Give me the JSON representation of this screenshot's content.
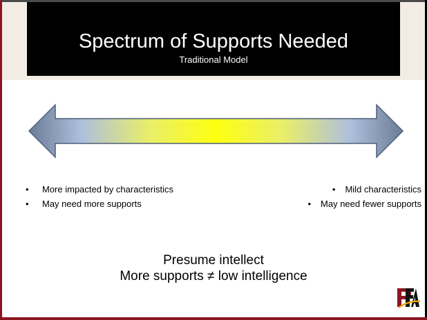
{
  "title": "Spectrum of Supports Needed",
  "subtitle": "Traditional Model",
  "left_bullets": [
    "More impacted by characteristics",
    "May need more supports"
  ],
  "right_bullets": [
    "Mild characteristics",
    "May need fewer supports"
  ],
  "conclusion": [
    "Presume intellect",
    "More supports ≠ low intelligence"
  ],
  "bullet_symbol": "•",
  "logo": {
    "letters": "PFA",
    "icon": "pfa-logo-icon",
    "colors": [
      "#8b1520",
      "#111111",
      "#f0a500"
    ]
  },
  "colors": {
    "accent": "#8b1520",
    "title_bg": "#000000",
    "band_bg": "#f3ece4",
    "arrow_center": "#ffff00",
    "arrow_ends": "#6e7f9c"
  }
}
